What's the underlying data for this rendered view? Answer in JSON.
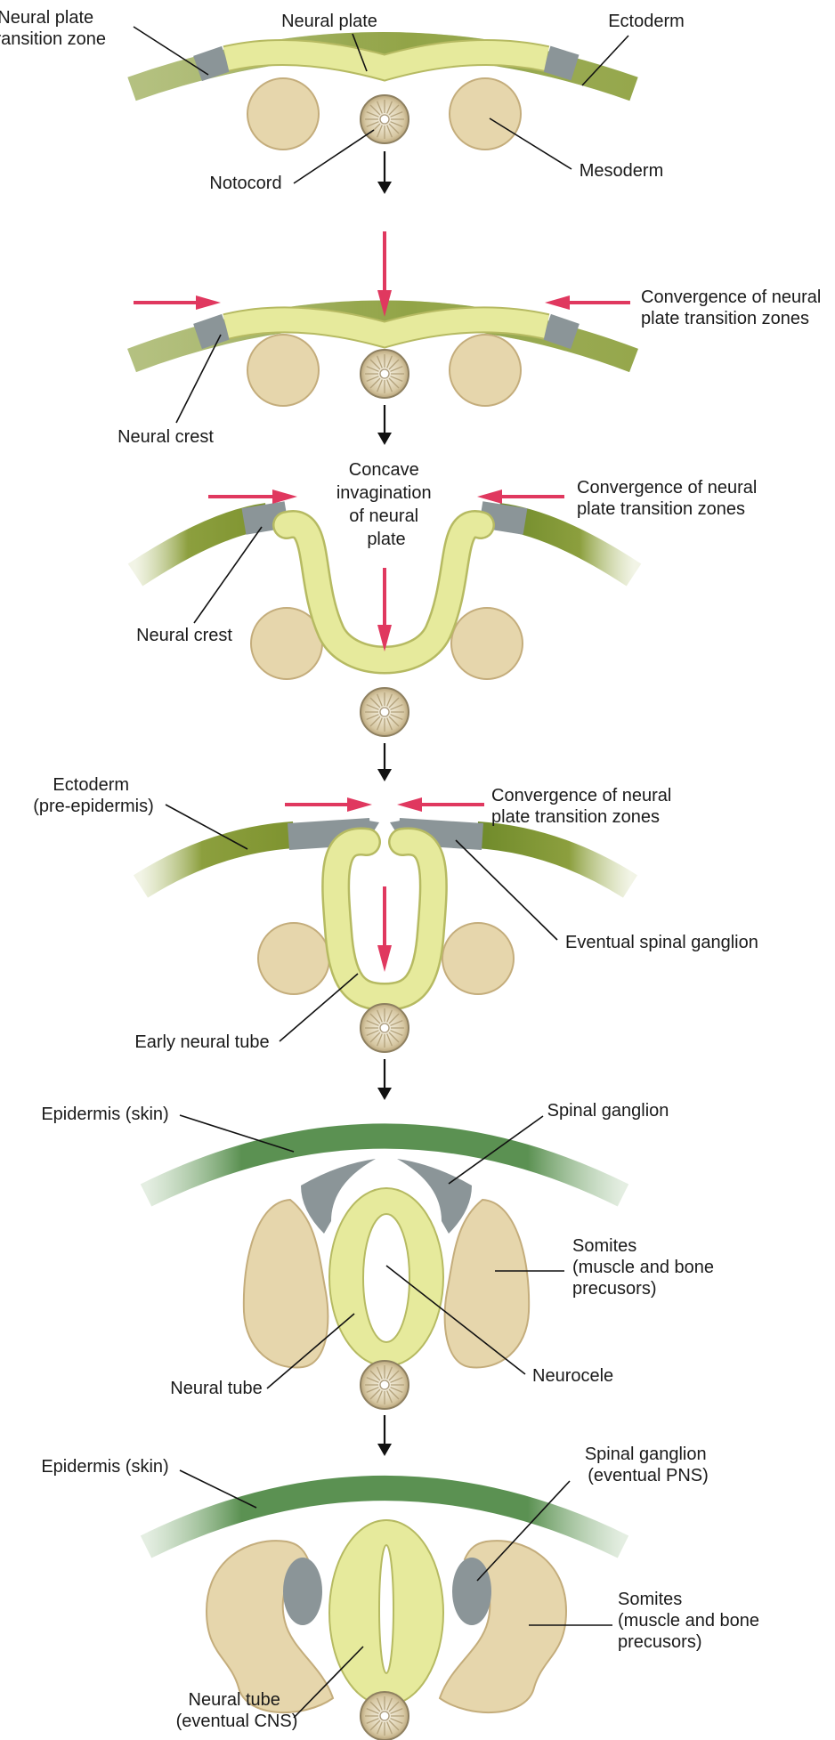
{
  "colors": {
    "neural_plate": "#e6ea9c",
    "neural_plate_edge": "#b6ba62",
    "ectoderm": "#8c9f3e",
    "transition_zone": "#8b9598",
    "mesoderm": "#e6d6ac",
    "mesoderm_edge": "#c4ad7c",
    "notochord": "#d8cba8",
    "epidermis": "#5b9152",
    "red_arrow": "#e0385f",
    "text": "#1a1a1a"
  },
  "icons": {
    "red_arrow": "convergence-arrow-icon",
    "black_arrow": "downward-arrow-icon"
  },
  "stage1": {
    "neural_plate_transition_zone": [
      "Neural plate",
      "transition zone"
    ],
    "neural_plate": "Neural plate",
    "ectoderm": "Ectoderm",
    "notocord": "Notocord",
    "mesoderm": "Mesoderm"
  },
  "stage2": {
    "convergence": [
      "Convergence of neural",
      "plate transition zones"
    ],
    "neural_crest": "Neural crest"
  },
  "stage3": {
    "concave": [
      "Concave",
      "invagination",
      "of neural",
      "plate"
    ],
    "convergence": [
      "Convergence of neural",
      "plate transition zones"
    ],
    "neural_crest": "Neural crest"
  },
  "stage4": {
    "ectoderm": [
      "Ectoderm",
      "(pre-epidermis)"
    ],
    "convergence": [
      "Convergence of neural",
      "plate transition zones"
    ],
    "eventual_spinal_ganglion": "Eventual spinal ganglion",
    "early_neural_tube": "Early neural tube"
  },
  "stage5": {
    "epidermis": "Epidermis (skin)",
    "spinal_ganglion": "Spinal ganglion",
    "somites": [
      "Somites",
      "(muscle and bone",
      "precusors)"
    ],
    "neural_tube": "Neural tube",
    "neurocele": "Neurocele"
  },
  "stage6": {
    "epidermis": "Epidermis (skin)",
    "spinal_ganglion": [
      "Spinal ganglion",
      "(eventual PNS)"
    ],
    "somites": [
      "Somites",
      "(muscle and bone",
      "precusors)"
    ],
    "neural_tube": [
      "Neural tube",
      "(eventual CNS)"
    ]
  }
}
